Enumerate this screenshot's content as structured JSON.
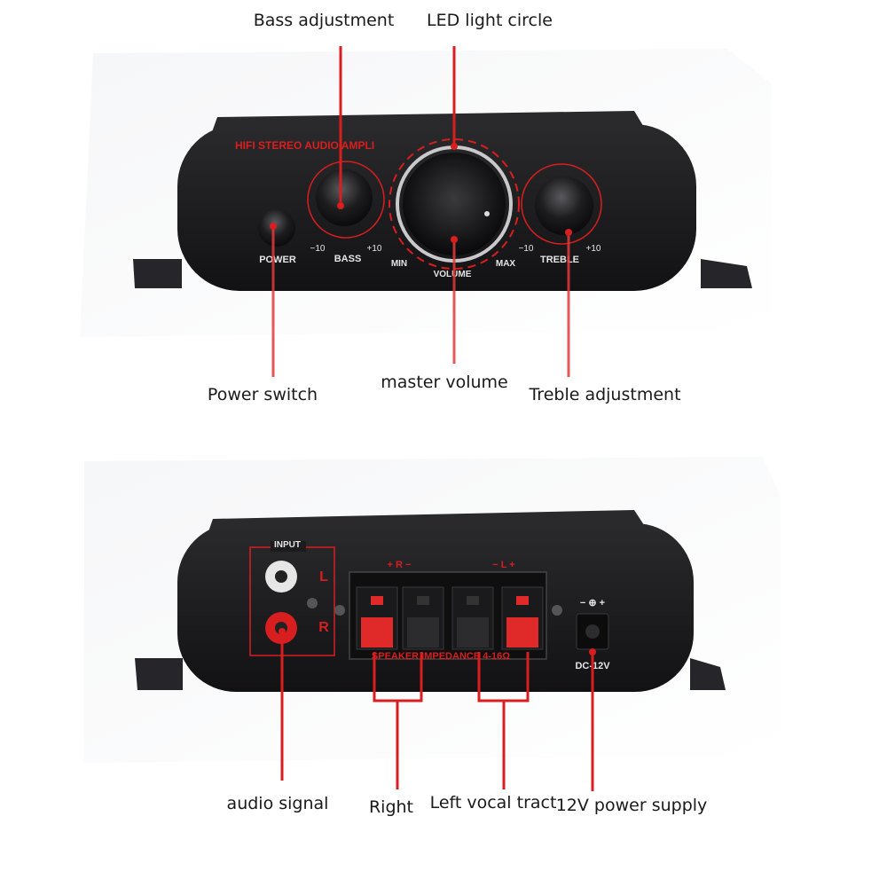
{
  "callouts": {
    "bass": "Bass adjustment",
    "led": "LED light circle",
    "power": "Power switch",
    "volume": "master volume",
    "treble": "Treble adjustment",
    "audio": "audio signal",
    "right": "Right",
    "left": "Left vocal tract",
    "supply": "12V power supply"
  },
  "front_panel": {
    "brand": "HIFI STEREO AUDIO AMPLI",
    "power_label": "POWER",
    "bass_label": "BASS",
    "bass_min": "−10",
    "bass_max": "+10",
    "volume_label": "VOLUME",
    "volume_min": "MIN",
    "volume_max": "MAX",
    "treble_label": "TREBLE",
    "treble_min": "−10",
    "treble_max": "+10"
  },
  "rear_panel": {
    "input_label": "INPUT",
    "l_label": "L",
    "r_label": "R",
    "right_terminals": "+ R −",
    "left_terminals": "− L +",
    "impedance_label": "SPEAKER IMPEDANCE  4-16Ω",
    "dc_label": "DC-12V",
    "dc_polarity": "− ⊕ +"
  },
  "colors": {
    "accent": "#d81e1e",
    "panel": "#1c1c1e",
    "ink": "#1a1a1a"
  }
}
